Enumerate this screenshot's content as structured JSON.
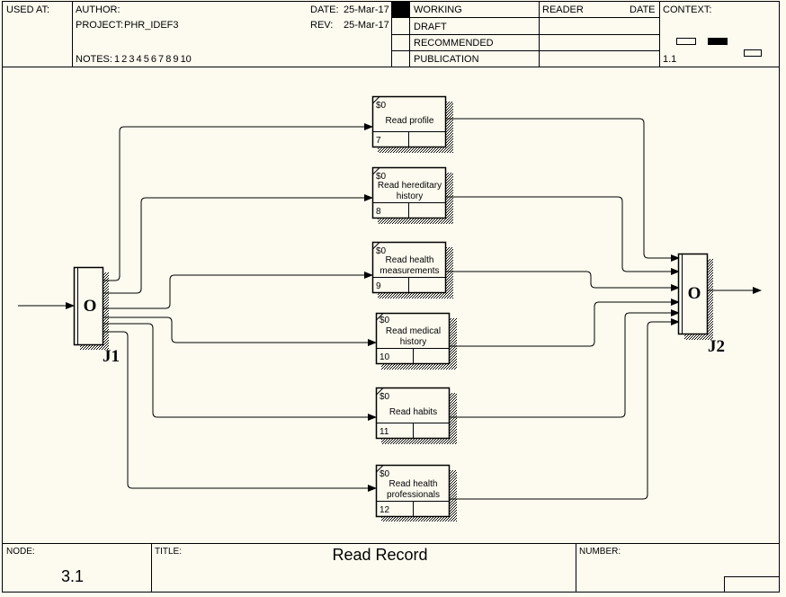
{
  "header": {
    "used_at_label": "USED AT:",
    "author_label": "AUTHOR:",
    "project_label": "PROJECT:",
    "project_value": "PHR_IDEF3",
    "notes_label": "NOTES:",
    "notes_values": "1  2  3  4  5  6  7  8  9  10",
    "date_label": "DATE:",
    "date_value": "25-Mar-17",
    "rev_label": "REV:",
    "rev_value": "25-Mar-17",
    "status": [
      "WORKING",
      "DRAFT",
      "RECOMMENDED",
      "PUBLICATION"
    ],
    "reader_label": "READER",
    "reader_date_label": "DATE",
    "context_label": "CONTEXT:",
    "context_value": "1.1"
  },
  "diagram": {
    "junctions": [
      {
        "symbol": "O",
        "label": "J1"
      },
      {
        "symbol": "O",
        "label": "J2"
      }
    ],
    "boxes": [
      {
        "cost": "$0",
        "label": "Read profile",
        "number": "7"
      },
      {
        "cost": "$0",
        "label": "Read hereditary history",
        "number": "8"
      },
      {
        "cost": "$0",
        "label": "Read health measurements",
        "number": "9"
      },
      {
        "cost": "$0",
        "label": "Read medical history",
        "number": "10"
      },
      {
        "cost": "$0",
        "label": "Read habits",
        "number": "11"
      },
      {
        "cost": "$0",
        "label": "Read health professionals",
        "number": "12"
      }
    ]
  },
  "footer": {
    "node_label": "NODE:",
    "node_value": "3.1",
    "title_label": "TITLE:",
    "title_value": "Read Record",
    "number_label": "NUMBER:"
  },
  "colors": {
    "background": "#fdfbf0",
    "line": "#000000"
  }
}
